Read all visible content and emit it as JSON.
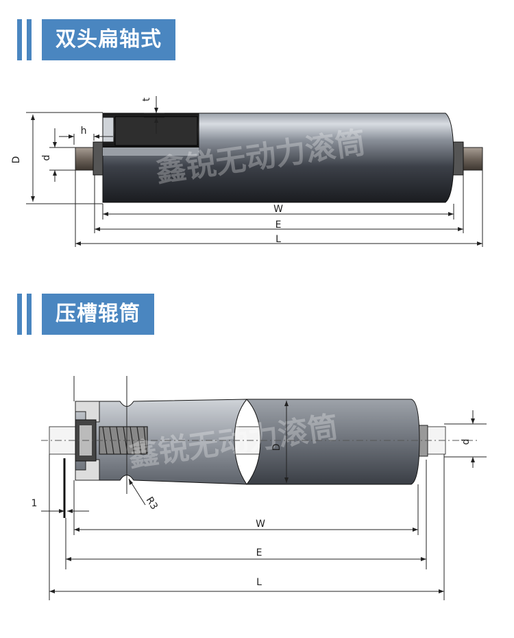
{
  "section1": {
    "title": "双头扁轴式",
    "watermark": "鑫锐无动力滚筒",
    "labels": {
      "D": "D",
      "d": "d",
      "h": "h",
      "t": "t",
      "W": "W",
      "E": "E",
      "L": "L"
    }
  },
  "section2": {
    "title": "压槽辊筒",
    "watermark": "鑫锐无动力滚筒",
    "labels": {
      "D": "D",
      "d": "d",
      "R3": "R3",
      "one": "1",
      "W": "W",
      "E": "E",
      "L": "L"
    }
  },
  "colors": {
    "header_blue": "#4a86c0",
    "tube_dark": "#2b2b2b",
    "tube_mid": "#8a8f97",
    "shaft": "#7a6f66"
  }
}
